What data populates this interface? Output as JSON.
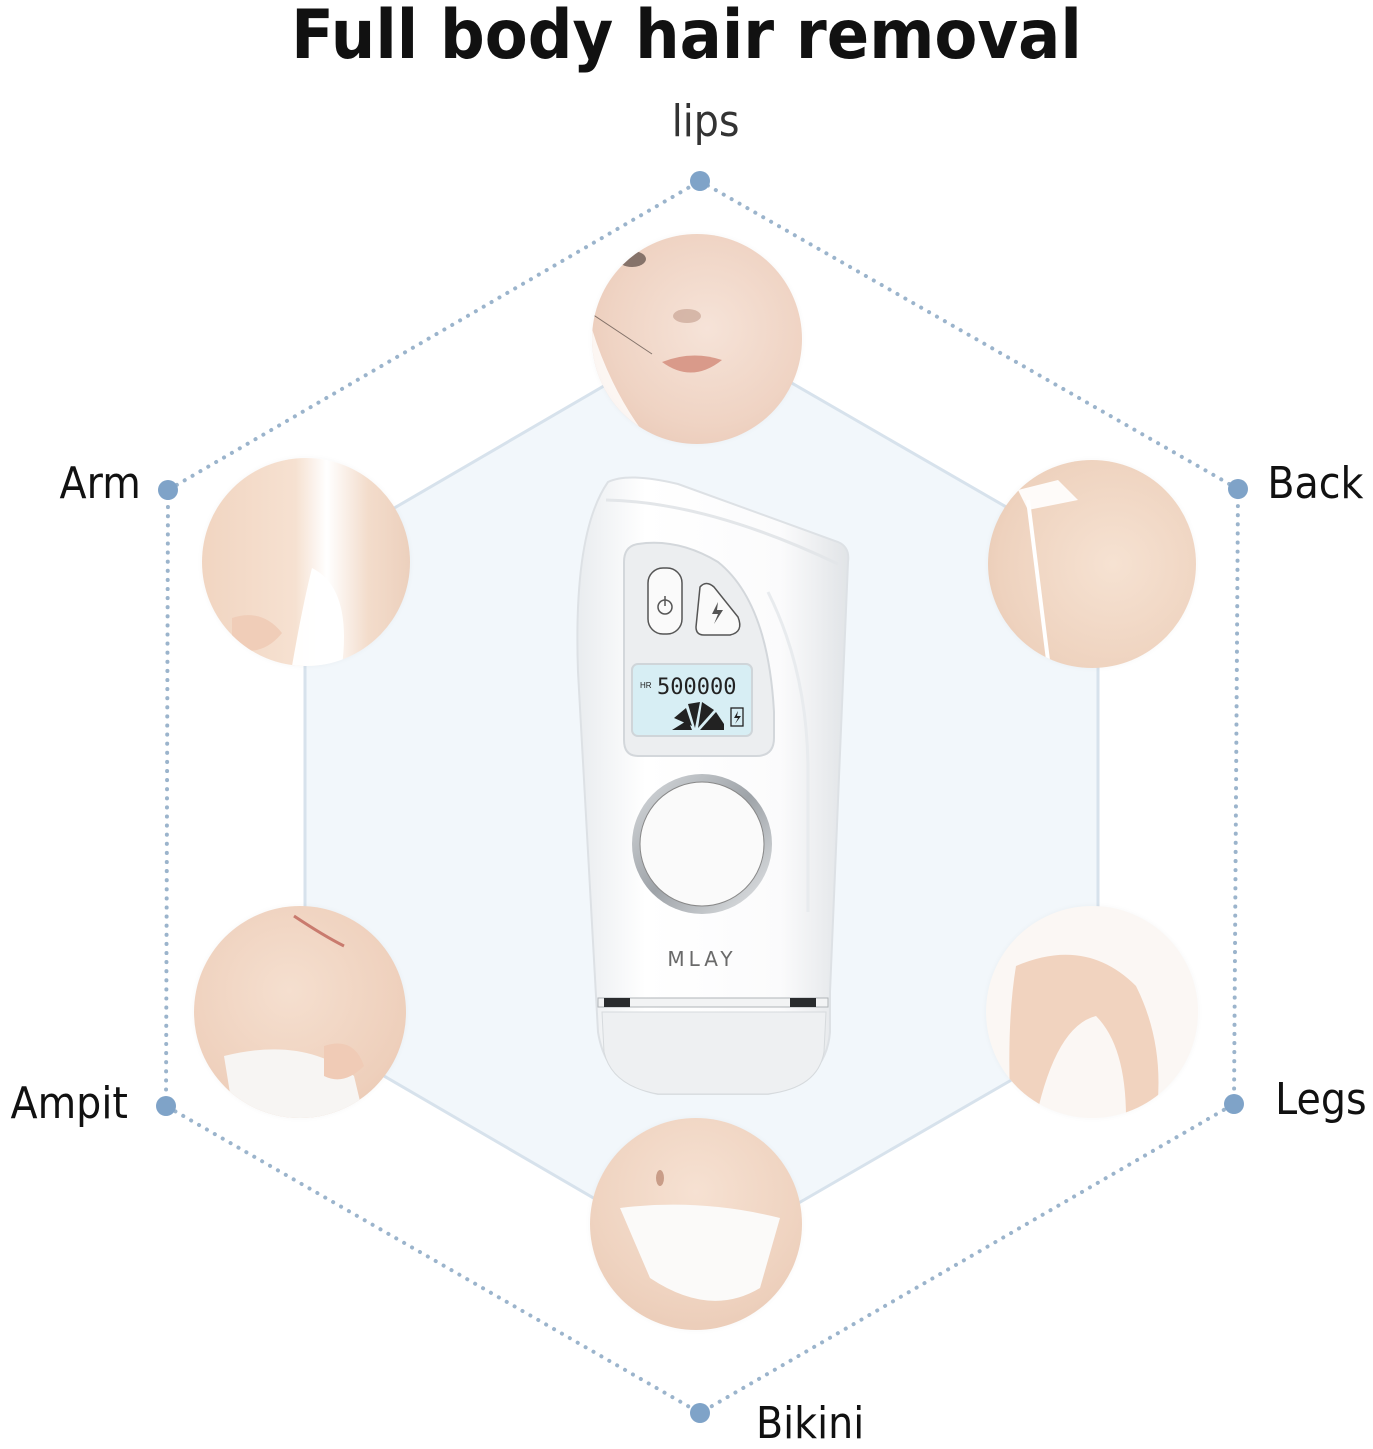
{
  "title": "Full body hair removal",
  "areas": [
    {
      "id": "lips",
      "label": "lips"
    },
    {
      "id": "back",
      "label": "Back"
    },
    {
      "id": "legs",
      "label": "Legs"
    },
    {
      "id": "bikini",
      "label": "Bikini"
    },
    {
      "id": "ampit",
      "label": "Ampit"
    },
    {
      "id": "arm",
      "label": "Arm"
    }
  ],
  "device": {
    "brand": "MLAY",
    "display": {
      "prefix": "HR",
      "counter": "500000"
    },
    "buttons": [
      {
        "id": "power",
        "icon": "power-icon"
      },
      {
        "id": "flash",
        "icon": "lightning-icon"
      }
    ],
    "indicators": [
      "energy-level-fan-icon",
      "charging-lightning-icon"
    ]
  },
  "colors": {
    "dot": "#7fa3c8",
    "dotted_line": "#9bb4cc",
    "inner_line": "#d7e2ec",
    "inner_fill": "#f2f7fb",
    "text": "#111111"
  }
}
